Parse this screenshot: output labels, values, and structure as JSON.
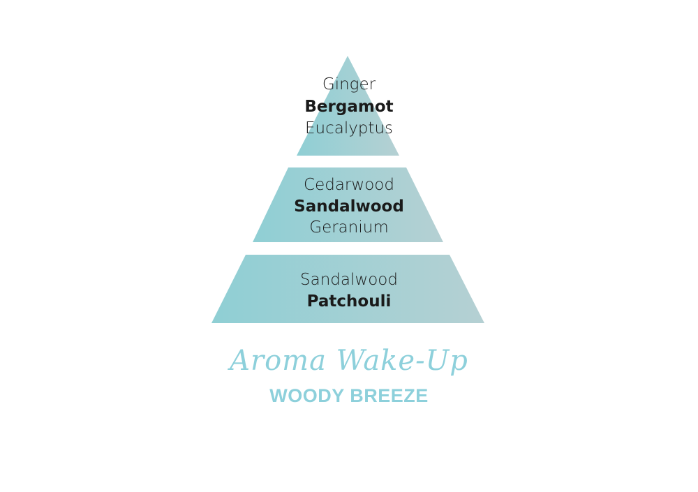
{
  "colors": {
    "gradient_start": "#8fcfd4",
    "gradient_end": "#b5d0d3",
    "brand": "#8dd0db"
  },
  "pyramid": {
    "top": {
      "notes": [
        "Ginger",
        "Bergamot",
        "Eucalyptus"
      ]
    },
    "heart": {
      "notes": [
        "Cedarwood",
        "Sandalwood",
        "Geranium"
      ]
    },
    "base": {
      "notes": [
        "Sandalwood",
        "Patchouli"
      ]
    }
  },
  "brand": {
    "script_title": "Aroma Wake-Up",
    "product": "WOODY BREEZE"
  }
}
